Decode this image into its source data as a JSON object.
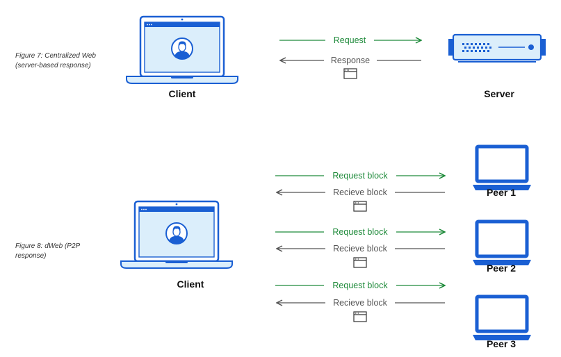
{
  "figure7": {
    "caption_line1": "Figure 7: Centralized Web",
    "caption_line2": "(server-based response)",
    "client_label": "Client",
    "server_label": "Server",
    "request_label": "Request",
    "response_label": "Response"
  },
  "figure8": {
    "caption_line1": "Figure 8: dWeb (P2P",
    "caption_line2": "response)",
    "client_label": "Client",
    "peers": [
      {
        "label": "Peer 1",
        "request_label": "Request block",
        "receive_label": "Recieve block"
      },
      {
        "label": "Peer 2",
        "request_label": "Request block",
        "receive_label": "Recieve block"
      },
      {
        "label": "Peer 3",
        "request_label": "Request block",
        "receive_label": "Recieve block"
      }
    ]
  },
  "colors": {
    "brand_blue": "#1a5fd3",
    "screen_blue": "#dbeefb",
    "laptop_outline": "#1a5fd3",
    "request_green": "#1e8a3a",
    "response_gray": "#555555"
  },
  "icons": [
    "laptop-icon",
    "user-avatar-icon",
    "server-icon",
    "browser-window-icon",
    "arrow-right-icon",
    "arrow-left-icon"
  ]
}
